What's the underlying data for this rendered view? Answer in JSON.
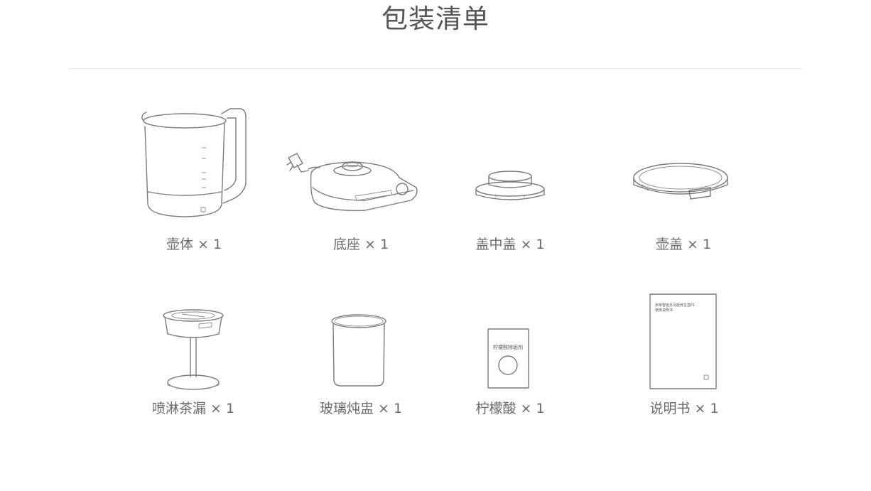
{
  "page": {
    "title": "包装清单"
  },
  "items": [
    {
      "label": "壶体 × 1",
      "icon": "kettle-body-icon"
    },
    {
      "label": "底座 × 1",
      "icon": "kettle-base-icon"
    },
    {
      "label": "盖中盖 × 1",
      "icon": "inner-lid-icon"
    },
    {
      "label": "壶盖 × 1",
      "icon": "kettle-lid-icon"
    },
    {
      "label": "喷淋茶漏 × 1",
      "icon": "tea-infuser-icon"
    },
    {
      "label": "玻璃炖盅 × 1",
      "icon": "glass-stew-cup-icon"
    },
    {
      "label": "柠檬酸 × 1",
      "icon": "citric-acid-pack-icon"
    },
    {
      "label": "说明书 × 1",
      "icon": "manual-icon"
    }
  ],
  "citric_pack_text": "柠檬酸除垢剂",
  "manual_text": [
    "米家智能多功能养生壶P1",
    "使用说明书"
  ]
}
